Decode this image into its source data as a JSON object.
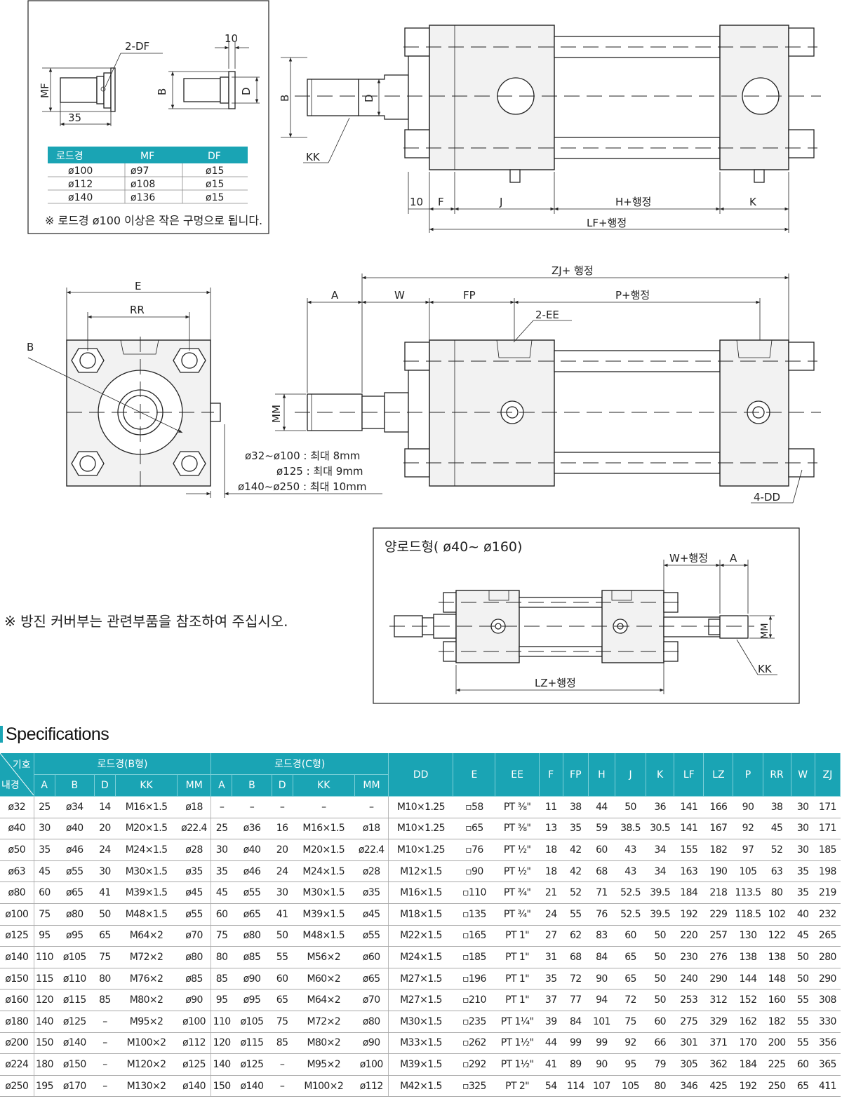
{
  "drawing": {
    "labels": {
      "two_df": "2-DF",
      "ten_small": "10",
      "mf": "MF",
      "b_small": "B",
      "d_small": "D",
      "thirtyfive": "35",
      "b": "B",
      "d": "D",
      "kk": "KK",
      "ten": "10",
      "f": "F",
      "j": "J",
      "h_stroke": "H+행정",
      "k": "K",
      "lf_stroke": "LF+행정",
      "zj_stroke": "ZJ+ 행정",
      "a": "A",
      "w": "W",
      "fp": "FP",
      "p_stroke": "P+행정",
      "two_ee": "2-EE",
      "e": "E",
      "rr": "RR",
      "b_diag": "B",
      "mm": "MM",
      "four_dd": "4-DD",
      "note_line1": "ø32~ø100 : 최대 8mm",
      "note_line2": "ø125 : 최대 9mm",
      "note_line3": "ø140~ø250 : 최대 10mm"
    },
    "inset_table": {
      "headers": [
        "로드경",
        "MF",
        "DF"
      ],
      "rows": [
        [
          "ø100",
          "ø97",
          "ø15"
        ],
        [
          "ø112",
          "ø108",
          "ø15"
        ],
        [
          "ø140",
          "ø136",
          "ø15"
        ]
      ],
      "note": "※ 로드경  ø100 이상은 작은 구멍으로 됩니다."
    },
    "double_rod": {
      "title": "양로드형( ø40~ ø160)",
      "w_stroke": "W+행정",
      "a": "A",
      "mm": "MM",
      "kk": "KK",
      "lz_stroke": "LZ+행정"
    },
    "cover_note": "※ 방진 커버부는 관련부품을 참조하여 주십시오."
  },
  "spec": {
    "heading": "Specifications",
    "corner_top": "기호",
    "corner_bottom": "내경",
    "group_b": "로드경(B형)",
    "group_c": "로드경(C형)",
    "sub_headers": [
      "A",
      "B",
      "D",
      "KK",
      "MM",
      "A",
      "B",
      "D",
      "KK",
      "MM"
    ],
    "common_headers": [
      "DD",
      "E",
      "EE",
      "F",
      "FP",
      "H",
      "J",
      "K",
      "LF",
      "LZ",
      "P",
      "RR",
      "W",
      "ZJ"
    ],
    "rows": [
      [
        "ø32",
        "25",
        "ø34",
        "14",
        "M16×1.5",
        "ø18",
        "–",
        "–",
        "–",
        "–",
        "–",
        "M10×1.25",
        "▫58",
        "PT ⅜\"",
        "11",
        "38",
        "44",
        "50",
        "36",
        "141",
        "166",
        "90",
        "38",
        "30",
        "171"
      ],
      [
        "ø40",
        "30",
        "ø40",
        "20",
        "M20×1.5",
        "ø22.4",
        "25",
        "ø36",
        "16",
        "M16×1.5",
        "ø18",
        "M10×1.25",
        "▫65",
        "PT ⅜\"",
        "13",
        "35",
        "59",
        "38.5",
        "30.5",
        "141",
        "167",
        "92",
        "45",
        "30",
        "171"
      ],
      [
        "ø50",
        "35",
        "ø46",
        "24",
        "M24×1.5",
        "ø28",
        "30",
        "ø40",
        "20",
        "M20×1.5",
        "ø22.4",
        "M10×1.25",
        "▫76",
        "PT ½\"",
        "18",
        "42",
        "60",
        "43",
        "34",
        "155",
        "182",
        "97",
        "52",
        "30",
        "185"
      ],
      [
        "ø63",
        "45",
        "ø55",
        "30",
        "M30×1.5",
        "ø35",
        "35",
        "ø46",
        "24",
        "M24×1.5",
        "ø28",
        "M12×1.5",
        "▫90",
        "PT ½\"",
        "18",
        "42",
        "68",
        "43",
        "34",
        "163",
        "190",
        "105",
        "63",
        "35",
        "198"
      ],
      [
        "ø80",
        "60",
        "ø65",
        "41",
        "M39×1.5",
        "ø45",
        "45",
        "ø55",
        "30",
        "M30×1.5",
        "ø35",
        "M16×1.5",
        "▫110",
        "PT ¾\"",
        "21",
        "52",
        "71",
        "52.5",
        "39.5",
        "184",
        "218",
        "113.5",
        "80",
        "35",
        "219"
      ],
      [
        "ø100",
        "75",
        "ø80",
        "50",
        "M48×1.5",
        "ø55",
        "60",
        "ø65",
        "41",
        "M39×1.5",
        "ø45",
        "M18×1.5",
        "▫135",
        "PT ¾\"",
        "24",
        "55",
        "76",
        "52.5",
        "39.5",
        "192",
        "229",
        "118.5",
        "102",
        "40",
        "232"
      ],
      [
        "ø125",
        "95",
        "ø95",
        "65",
        "M64×2",
        "ø70",
        "75",
        "ø80",
        "50",
        "M48×1.5",
        "ø55",
        "M22×1.5",
        "▫165",
        "PT 1\"",
        "27",
        "62",
        "83",
        "60",
        "50",
        "220",
        "257",
        "130",
        "122",
        "45",
        "265"
      ],
      [
        "ø140",
        "110",
        "ø105",
        "75",
        "M72×2",
        "ø80",
        "80",
        "ø85",
        "55",
        "M56×2",
        "ø60",
        "M24×1.5",
        "▫185",
        "PT 1\"",
        "31",
        "68",
        "84",
        "65",
        "50",
        "230",
        "276",
        "138",
        "138",
        "50",
        "280"
      ],
      [
        "ø150",
        "115",
        "ø110",
        "80",
        "M76×2",
        "ø85",
        "85",
        "ø90",
        "60",
        "M60×2",
        "ø65",
        "M27×1.5",
        "▫196",
        "PT 1\"",
        "35",
        "72",
        "90",
        "65",
        "50",
        "240",
        "290",
        "144",
        "148",
        "50",
        "290"
      ],
      [
        "ø160",
        "120",
        "ø115",
        "85",
        "M80×2",
        "ø90",
        "95",
        "ø95",
        "65",
        "M64×2",
        "ø70",
        "M27×1.5",
        "▫210",
        "PT 1\"",
        "37",
        "77",
        "94",
        "72",
        "50",
        "253",
        "312",
        "152",
        "160",
        "55",
        "308"
      ],
      [
        "ø180",
        "140",
        "ø125",
        "–",
        "M95×2",
        "ø100",
        "110",
        "ø105",
        "75",
        "M72×2",
        "ø80",
        "M30×1.5",
        "▫235",
        "PT 1¼\"",
        "39",
        "84",
        "101",
        "75",
        "60",
        "275",
        "329",
        "162",
        "182",
        "55",
        "330"
      ],
      [
        "ø200",
        "150",
        "ø140",
        "–",
        "M100×2",
        "ø112",
        "120",
        "ø115",
        "85",
        "M80×2",
        "ø90",
        "M33×1.5",
        "▫262",
        "PT 1½\"",
        "44",
        "99",
        "99",
        "92",
        "66",
        "301",
        "371",
        "170",
        "200",
        "55",
        "356"
      ],
      [
        "ø224",
        "180",
        "ø150",
        "–",
        "M120×2",
        "ø125",
        "140",
        "ø125",
        "–",
        "M95×2",
        "ø100",
        "M39×1.5",
        "▫292",
        "PT 1½\"",
        "41",
        "89",
        "90",
        "95",
        "79",
        "305",
        "362",
        "184",
        "225",
        "60",
        "365"
      ],
      [
        "ø250",
        "195",
        "ø170",
        "–",
        "M130×2",
        "ø140",
        "150",
        "ø140",
        "–",
        "M100×2",
        "ø112",
        "M42×1.5",
        "▫325",
        "PT 2\"",
        "54",
        "114",
        "107",
        "105",
        "80",
        "346",
        "425",
        "192",
        "250",
        "65",
        "411"
      ]
    ]
  }
}
